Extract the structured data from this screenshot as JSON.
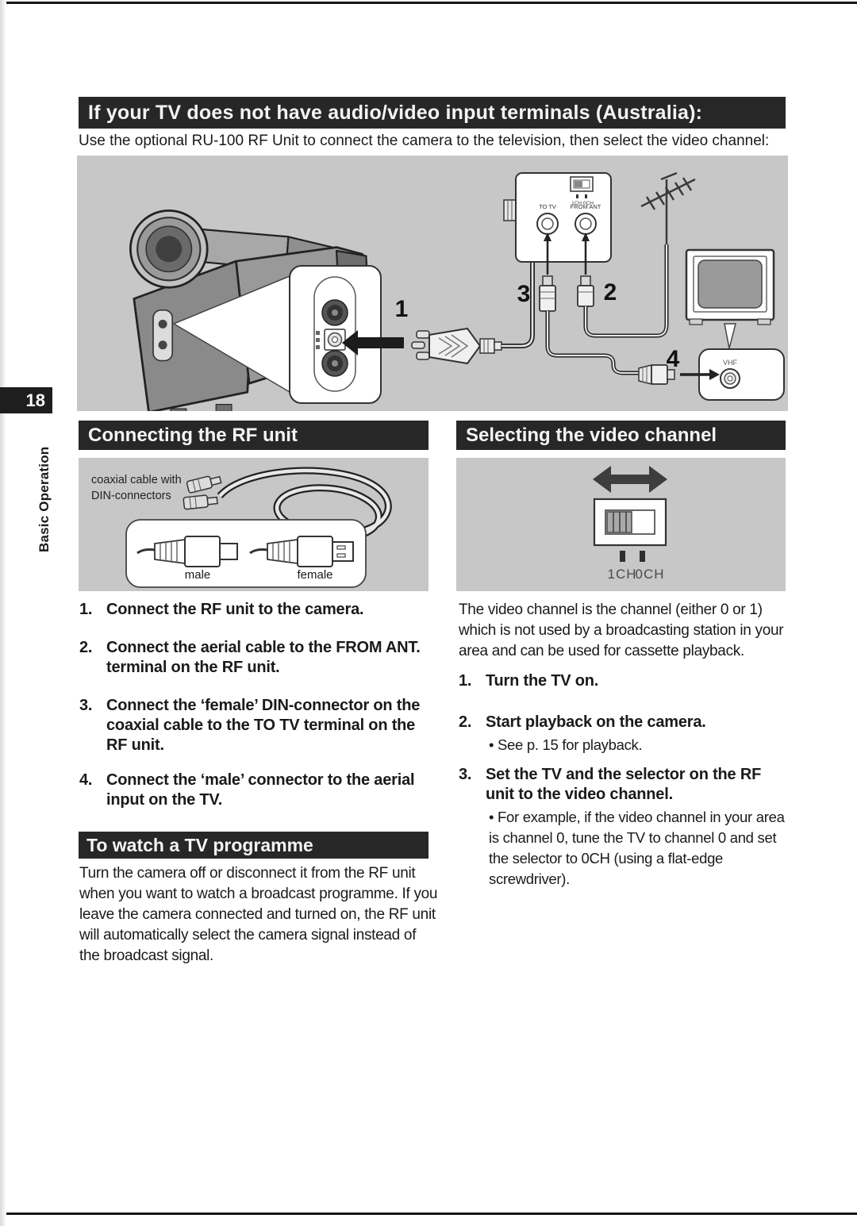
{
  "page": {
    "number": "18",
    "side_label": "Basic Operation"
  },
  "header": {
    "title": "If your TV does not have audio/video input terminals (Australia):",
    "intro": "Use the optional RU-100 RF Unit to connect the camera to the television, then select the video channel:"
  },
  "diagram": {
    "step_labels": [
      "1",
      "2",
      "3",
      "4"
    ],
    "rf_unit": {
      "to_tv": "TO TV",
      "from_ant": "FROM ANT",
      "switch_label": "1CH 0CH"
    },
    "tv_input": "VHF"
  },
  "connecting": {
    "title": "Connecting the RF unit",
    "cable_caption_line1": "coaxial cable with",
    "cable_caption_line2": "DIN-connectors",
    "male_label": "male",
    "female_label": "female",
    "steps": [
      {
        "num": "1.",
        "text": "Connect the RF unit to the camera."
      },
      {
        "num": "2.",
        "text": "Connect the aerial cable to the FROM ANT. terminal on the RF unit."
      },
      {
        "num": "3.",
        "text": "Connect the ‘female’ DIN-connector on the coaxial cable to the TO TV terminal on the RF unit."
      },
      {
        "num": "4.",
        "text": "Connect the ‘male’ connector to the aerial input on the TV."
      }
    ]
  },
  "watch": {
    "title": "To watch a TV programme",
    "body": "Turn the camera off or disconnect it from the RF unit when you want to watch a broadcast programme. If you leave the camera connected and turned on, the RF unit will automatically select the camera signal instead of the broadcast signal."
  },
  "selecting": {
    "title": "Selecting the video channel",
    "switch_label_1": "1CH",
    "switch_label_0": "0CH",
    "intro": "The video channel is the channel (either 0 or 1) which is not used by a broadcasting station in your area and can be used for cassette playback.",
    "steps": [
      {
        "num": "1.",
        "text": "Turn the TV on.",
        "note": ""
      },
      {
        "num": "2.",
        "text": "Start playback on the camera.",
        "note": "• See p. 15 for playback."
      },
      {
        "num": "3.",
        "text": "Set the TV and the selector on the RF unit to the video channel.",
        "note": "• For example, if the video channel in your area is channel 0, tune the TV to channel 0 and set the selector to 0CH (using a flat-edge screwdriver)."
      }
    ]
  }
}
